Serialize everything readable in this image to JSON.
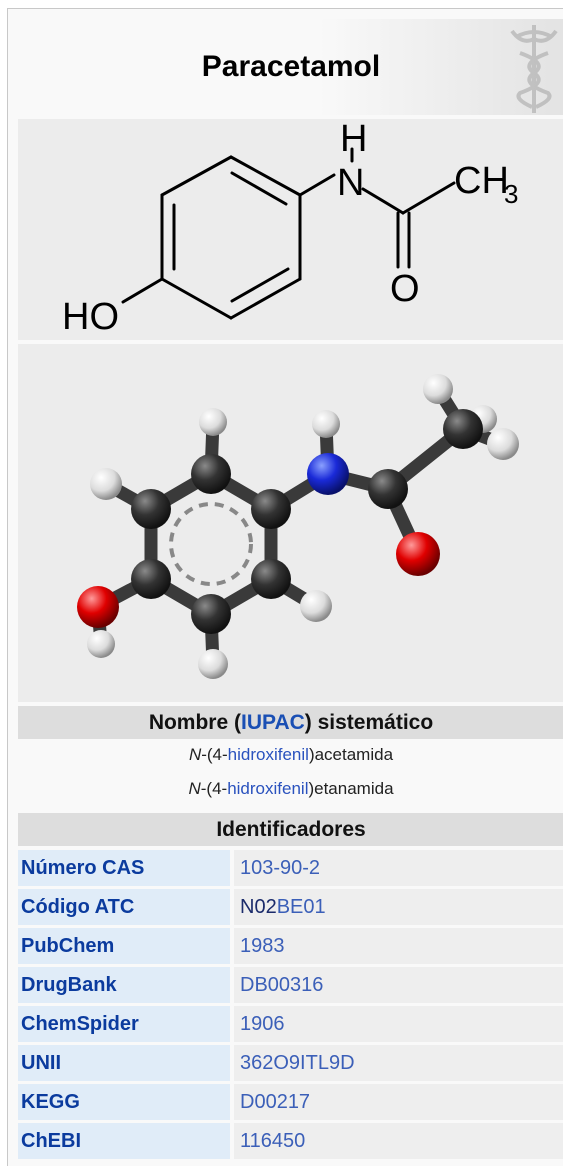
{
  "title": "Paracetamol",
  "structure_labels": {
    "h": "H",
    "n": "N",
    "ch3": "CH",
    "ch3_sub": "3",
    "o": "O",
    "ho": "HO"
  },
  "iupac": {
    "prefix": "Nombre (",
    "link": "IUPAC",
    "suffix": ") sistemático",
    "names": [
      {
        "italic": "N",
        "pre": "-(4-",
        "link": "hidroxifenil",
        "post": ")acetamida"
      },
      {
        "italic": "N",
        "pre": "-(4-",
        "link": "hidroxifenil",
        "post": ")etanamida"
      }
    ]
  },
  "identifiers_header": "Identificadores",
  "identifiers": [
    {
      "label": "Número CAS",
      "value": "103-90-2"
    },
    {
      "label": "Código ATC",
      "value_dark": "N02",
      "value": "BE01"
    },
    {
      "label": "PubChem",
      "value": "1983"
    },
    {
      "label": "DrugBank",
      "value": "DB00316"
    },
    {
      "label": "ChemSpider",
      "value": "1906"
    },
    {
      "label": "UNII",
      "value": "362O9ITL9D"
    },
    {
      "label": "KEGG",
      "value": "D00217"
    },
    {
      "label": "ChEBI",
      "value": "116450"
    }
  ]
}
